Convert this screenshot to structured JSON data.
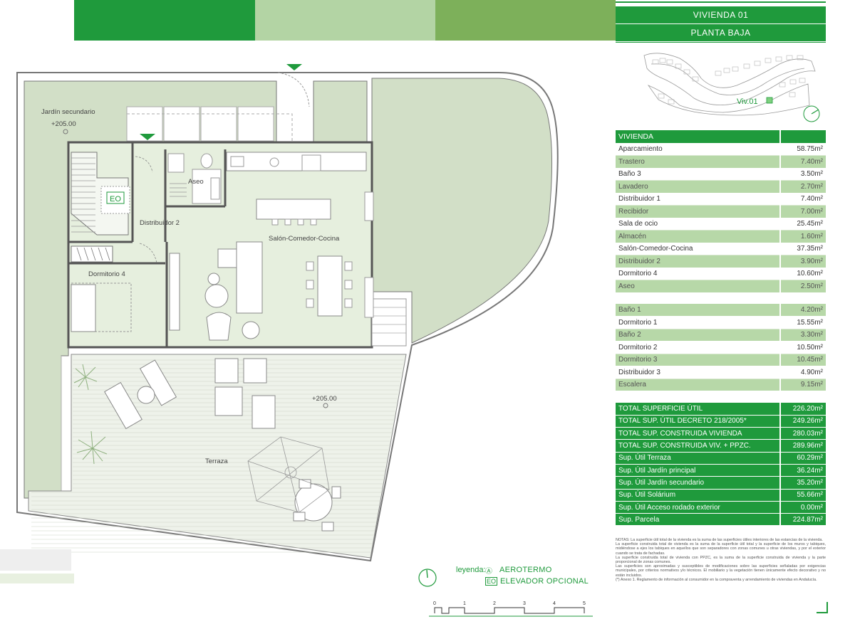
{
  "header": {
    "vivienda": "VIVIENDA 01",
    "planta": "PLANTA BAJA",
    "locator_label": "Viv.01"
  },
  "colors": {
    "green": "#1f9a3c",
    "light_green": "#b3d4a4",
    "mid_green": "#7db05a",
    "table_alt": "#b7d8a8"
  },
  "table_header": "VIVIENDA",
  "rooms_a": [
    {
      "name": "Aparcamiento",
      "value": "58.75m²"
    },
    {
      "name": "Trastero",
      "value": "7.40m²"
    },
    {
      "name": "Baño 3",
      "value": "3.50m²"
    },
    {
      "name": "Lavadero",
      "value": "2.70m²"
    },
    {
      "name": "Distribuidor 1",
      "value": "7.40m²"
    },
    {
      "name": "Recibidor",
      "value": "7.00m²"
    },
    {
      "name": "Sala de ocio",
      "value": "25.45m²"
    },
    {
      "name": "Almacén",
      "value": "1.60m²"
    },
    {
      "name": "Salón-Comedor-Cocina",
      "value": "37.35m²"
    },
    {
      "name": "Distribuidor 2",
      "value": "3.90m²"
    },
    {
      "name": "Dormitorio 4",
      "value": "10.60m²"
    },
    {
      "name": "Aseo",
      "value": "2.50m²"
    }
  ],
  "rooms_b": [
    {
      "name": "Baño 1",
      "value": "4.20m²"
    },
    {
      "name": "Dormitorio 1",
      "value": "15.55m²"
    },
    {
      "name": "Baño 2",
      "value": "3.30m²"
    },
    {
      "name": "Dormitorio 2",
      "value": "10.50m²"
    },
    {
      "name": "Dormitorio 3",
      "value": "10.45m²"
    },
    {
      "name": "Distribuidor 3",
      "value": "4.90m²"
    },
    {
      "name": "Escalera",
      "value": "9.15m²"
    }
  ],
  "totals": [
    {
      "name": "TOTAL SUPERFICIE ÚTIL",
      "value": "226.20m²"
    },
    {
      "name": "TOTAL SUP. ÚTIL DECRETO 218/2005*",
      "value": "249.26m²"
    },
    {
      "name": "TOTAL SUP. CONSTRUIDA VIVIENDA",
      "value": "280.03m²"
    },
    {
      "name": "TOTAL SUP. CONSTRUIDA VIV. + PPZC.",
      "value": "289.96m²"
    },
    {
      "name": "Sup. Útil Terraza",
      "value": "60.29m²"
    },
    {
      "name": "Sup. Útil Jardín principal",
      "value": "36.24m²"
    },
    {
      "name": "Sup. Útil Jardín secundario",
      "value": "35.20m²"
    },
    {
      "name": "Sup. Útil Solárium",
      "value": "55.66m²"
    },
    {
      "name": "Sup. Útil Acceso rodado exterior",
      "value": "0.00m²"
    },
    {
      "name": "Sup. Parcela",
      "value": "224.87m²"
    }
  ],
  "notes": [
    "NOTAS: La superficie útil total de la vivienda es la suma de las superficies útiles interiores de las estancias de la vivienda.",
    "La superficie construida total de vivienda es la suma de la superficie útil total y la superficie de los muros y tabiques, midiéndose a ejes los tabiques en aquellos que son separadores con zonas comunes u otras viviendas, y por el exterior cuando se trata de fachadas.",
    "La superficie construida total de vivienda con PPZC, es la suma de la superficie construida de vivienda y la parte proporcional de zonas comunes.",
    "Las superficies son aproximadas y susceptibles de modificaciones sobre las superficies señaladas por exigencias municipales, por criterios normativos y/o técnicos. El mobiliario y la vegetación tienen únicamente efecto decorativo y no están incluidos.",
    "(*) Anexo 1. Reglamento de información al consumidor en la compraventa y arrendamiento de viviendas en Andalucía."
  ],
  "plan": {
    "labels": {
      "jardin": "Jardín secundario",
      "level_top": "+205.00",
      "level_terrace": "+205.00",
      "aseo": "Aseo",
      "eo": "EO",
      "distribuidor2": "Distribuidor 2",
      "salon": "Salón-Comedor-Cocina",
      "dormitorio4": "Dormitorio 4",
      "terraza": "Terraza"
    }
  },
  "legend": {
    "title": "leyenda:",
    "items": [
      {
        "symbol": "Ⓐ",
        "text": "AEROTERMO"
      },
      {
        "symbol": "EO",
        "text": "ELEVADOR OPCIONAL"
      }
    ]
  },
  "scale": {
    "ticks": [
      "0",
      "1",
      "2",
      "3",
      "4",
      "5"
    ]
  }
}
